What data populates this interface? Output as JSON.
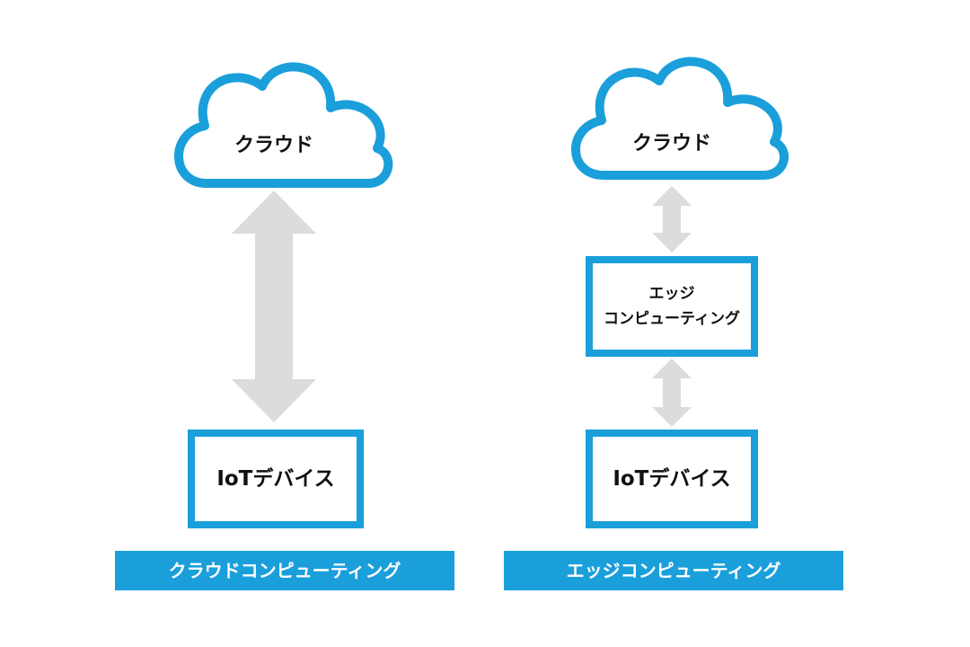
{
  "colors": {
    "accent": "#1a9fdb",
    "arrow": "#dcdcdc",
    "text": "#111111",
    "banner_text": "#ffffff"
  },
  "left": {
    "cloud_label": "クラウド",
    "device_label": "IoTデバイス",
    "caption": "クラウドコンピューティング"
  },
  "right": {
    "cloud_label": "クラウド",
    "edge_label_line1": "エッジ",
    "edge_label_line2": "コンピューティング",
    "device_label": "IoTデバイス",
    "caption": "エッジコンピューティング"
  }
}
